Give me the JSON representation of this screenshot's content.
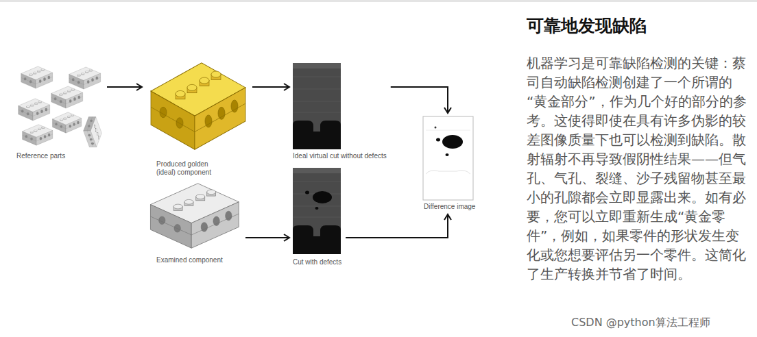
{
  "diagram": {
    "title": "可靠地发现缺陷",
    "nodes": [
      {
        "text": [
          "Reference parts"
        ]
      },
      {
        "text": [
          "Produced golden (ideal) component"
        ]
      },
      {
        "text": [
          "Ideal virtual cut without defects"
        ]
      },
      {
        "text": [
          "Examined component"
        ]
      },
      {
        "text": [
          "Cut with defects"
        ]
      },
      {
        "text": [
          "Difference image"
        ]
      }
    ],
    "edges": [
      {
        "from": 0,
        "to": 1,
        "arrow": "to"
      },
      {
        "from": 1,
        "to": 2,
        "arrow": "to"
      },
      {
        "from": 2,
        "to": 5,
        "arrow": "to"
      },
      {
        "from": 3,
        "to": 4,
        "arrow": "to"
      },
      {
        "from": 4,
        "to": 5,
        "arrow": "to"
      }
    ],
    "labels": [
      "机器学习是可靠缺陷检测的关键：蔡司自动缺陷检测创建了一个所谓的“黄金部分”，作为几个好的部分的参考。这使得即使在具有许多伪影的较差图像质量下也可以检测到缺陷。散射辐射不再导致假阴性结果——但气孔、气孔、裂缝、沙子残留物甚至最小的孔隙都会立即显露出来。如有必要，您可以立即重新生成“黄金零件”，例如，如果零件的形状发生变化或您想要评估另一个零件。这简化了生产转换并节省了时间。",
      "CSDN @python算法工程师"
    ]
  }
}
